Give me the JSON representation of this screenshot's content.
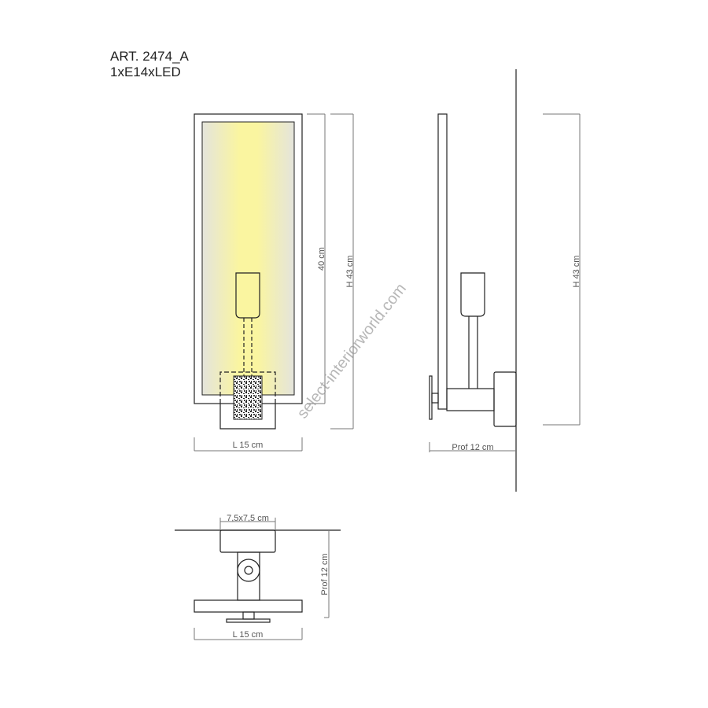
{
  "header": {
    "article": "ART. 2474_A",
    "bulb": "1xE14xLED"
  },
  "front_view": {
    "height_inner": "40 cm",
    "height_total": "H 43 cm",
    "width": "L 15 cm"
  },
  "side_view": {
    "height_total": "H 43 cm",
    "depth": "Prof 12 cm"
  },
  "top_view": {
    "base_size": "7,5x7,5 cm",
    "depth": "Prof 12 cm",
    "width": "L 15 cm"
  },
  "watermark": "select-interiorworld.com",
  "colors": {
    "glow": "#f8f3a0",
    "line": "#222222",
    "dimension": "#777777"
  }
}
